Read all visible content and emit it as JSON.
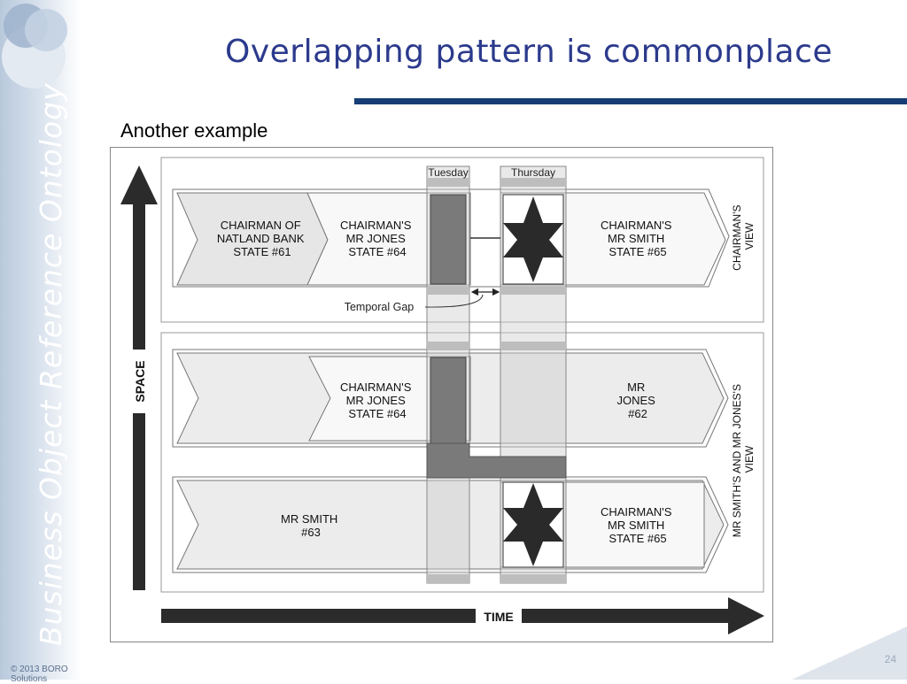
{
  "slide": {
    "title": "Overlapping pattern is commonplace",
    "subtitle": "Another example",
    "sidebar_title": "Business Object Reference Ontology",
    "copyright": "© 2013 BORO Solutions",
    "page_number": "24"
  },
  "diagram": {
    "top_labels": [
      "Tuesday",
      "Thursday"
    ],
    "space_label": "SPACE",
    "time_label": "TIME",
    "temporal_gap_label": "Temporal Gap",
    "top_panel": {
      "view_label": [
        "CHAIRMAN'S",
        "VIEW"
      ],
      "states": [
        [
          "CHAIRMAN OF",
          "NATLAND BANK",
          "STATE #61"
        ],
        [
          "CHAIRMAN'S",
          "MR JONES",
          "STATE #64"
        ],
        [
          "CHAIRMAN'S",
          "MR SMITH",
          "STATE #65"
        ]
      ]
    },
    "bottom_panel": {
      "view_label": [
        "MR SMITH'S AND MR JONES'S",
        "VIEW"
      ],
      "states": [
        [
          "CHAIRMAN'S",
          "MR JONES",
          "STATE #64"
        ],
        [
          "MR",
          "JONES",
          "#62"
        ],
        [
          "MR SMITH",
          "#63"
        ],
        [
          "CHAIRMAN'S",
          "MR SMITH",
          "STATE #65"
        ]
      ]
    },
    "colors": {
      "dark_bar": "#7a7a7a",
      "light_fill": "#ececec",
      "band_fill": "#c4c4c4",
      "arrow": "#2b2b2b"
    }
  }
}
